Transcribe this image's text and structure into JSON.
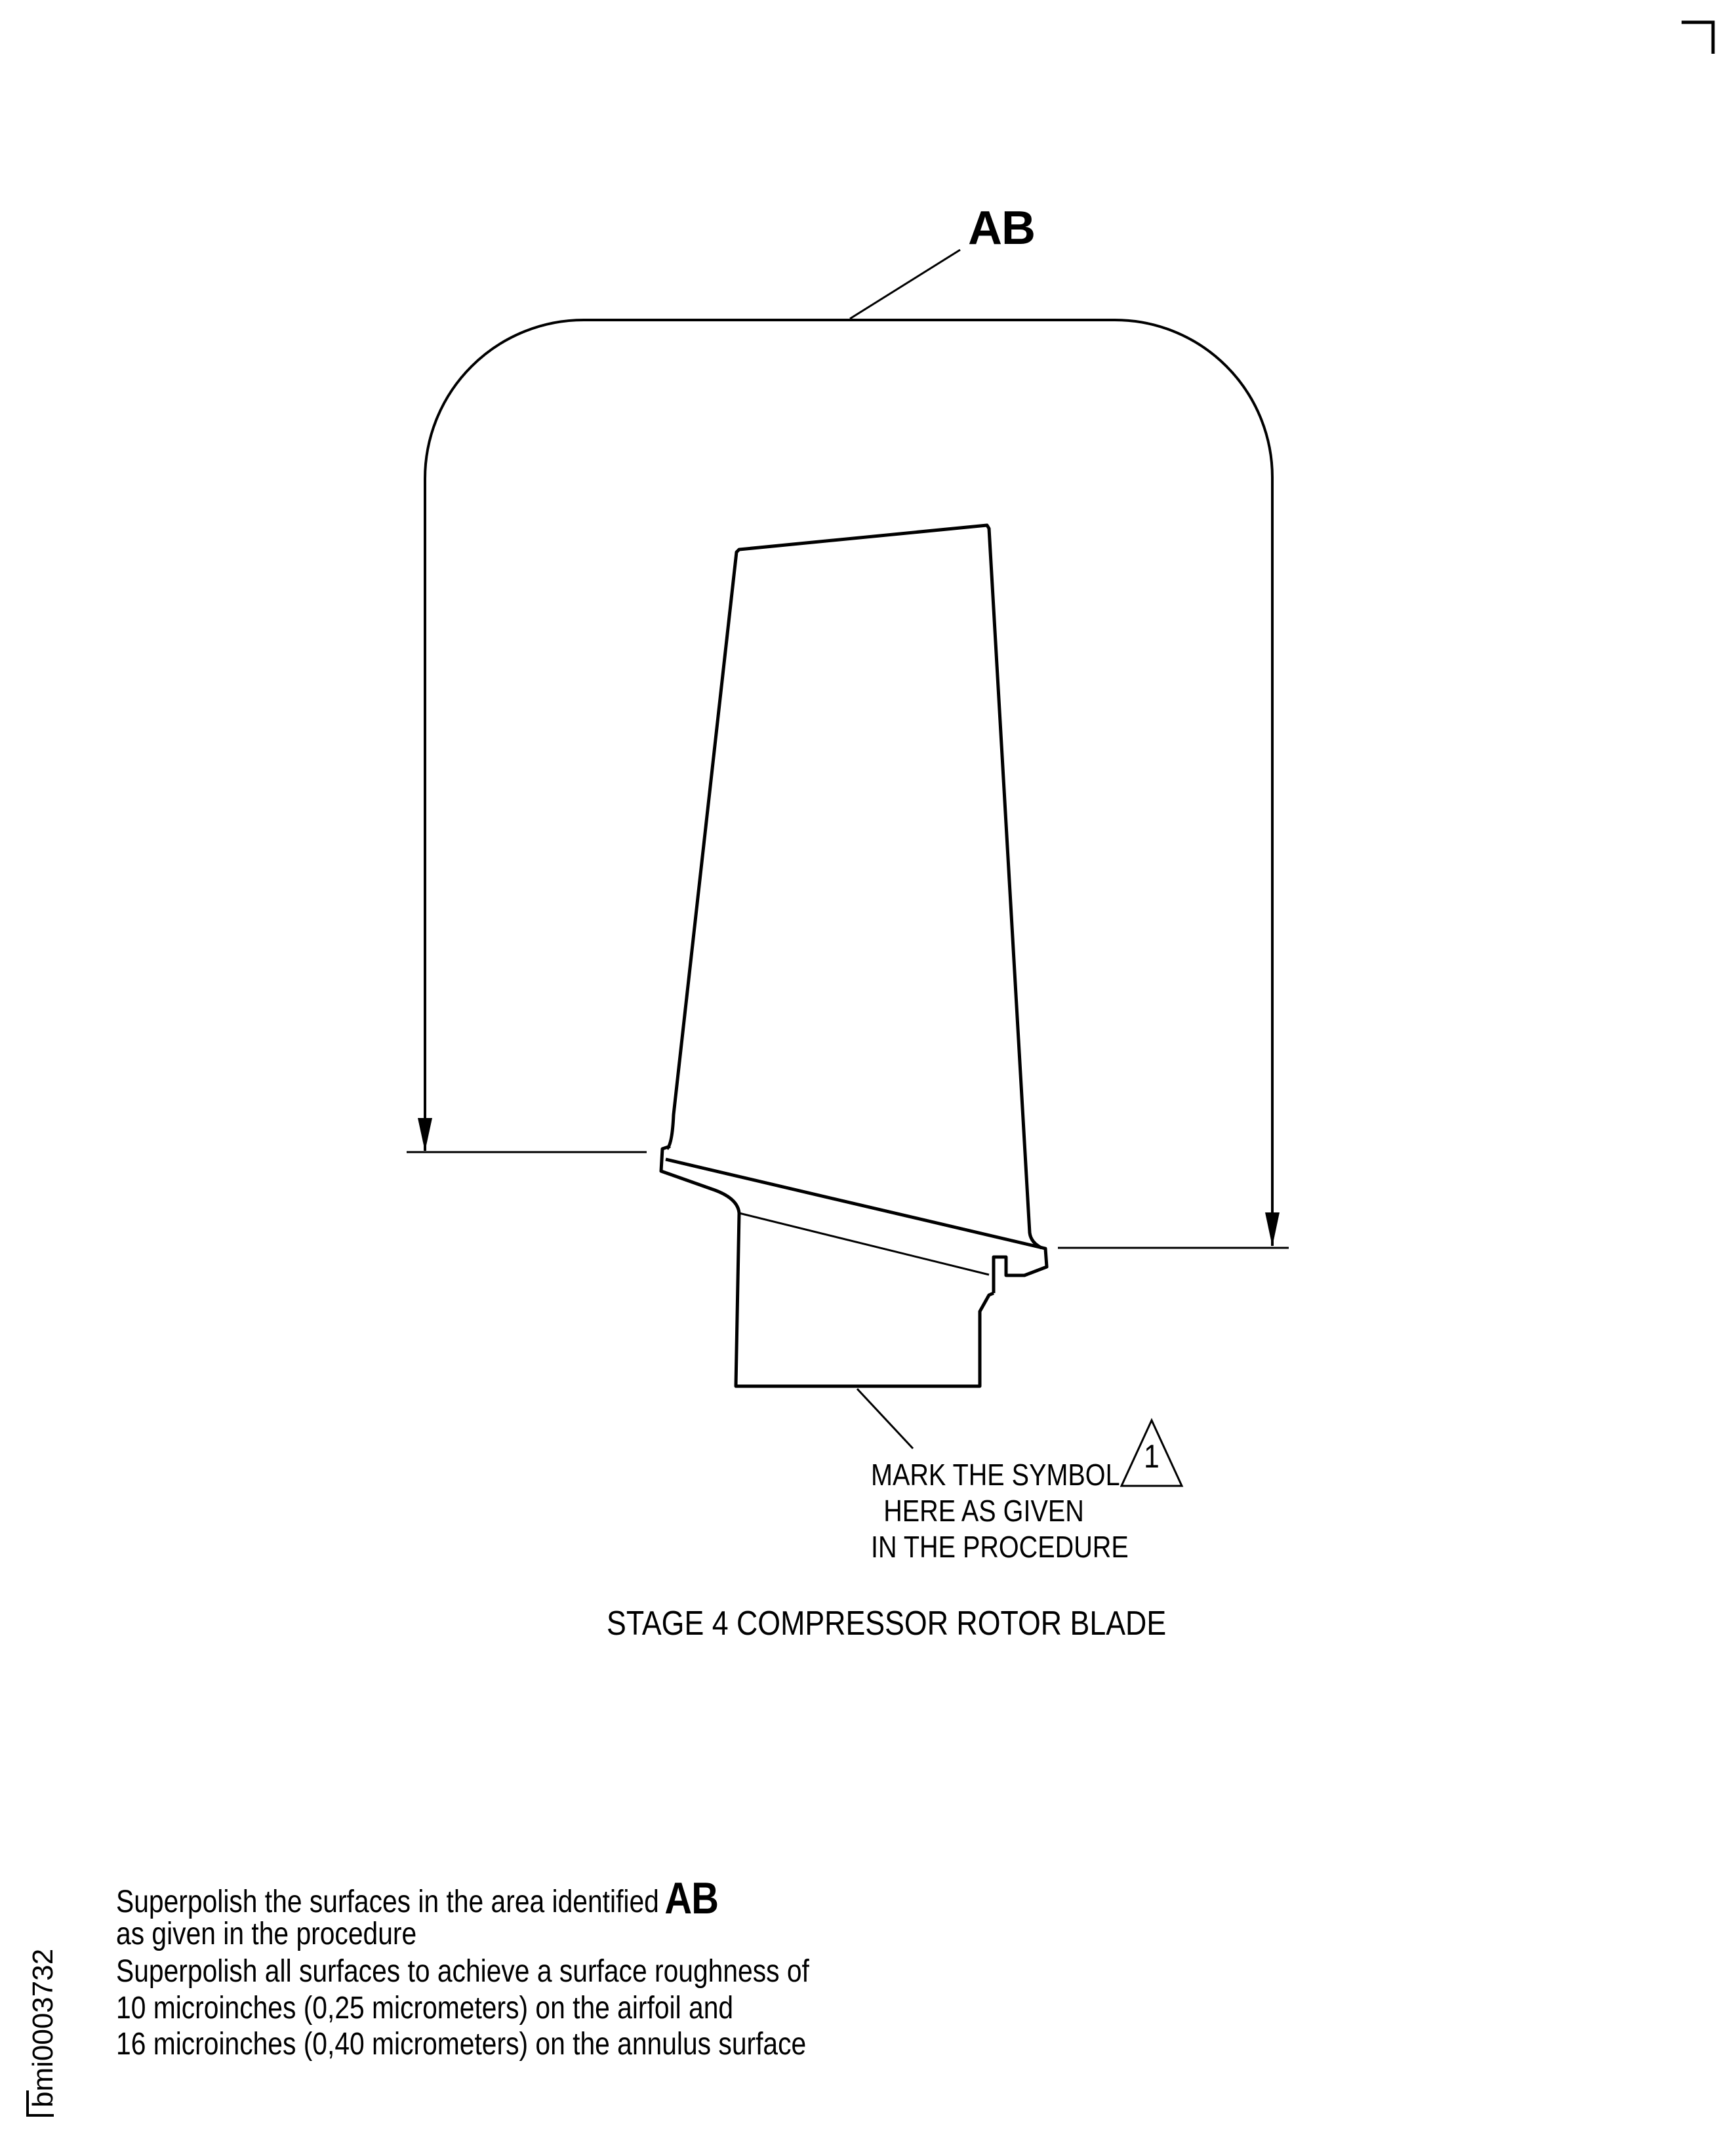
{
  "figure": {
    "reference_label": "AB",
    "callout": {
      "lines": [
        "MARK THE SYMBOL",
        "HERE AS GIVEN",
        "IN THE PROCEDURE"
      ],
      "symbol_number": "1",
      "symbol_shape": "triangle-flag-icon"
    },
    "title": "STAGE 4 COMPRESSOR ROTOR BLADE"
  },
  "notes": {
    "note1": {
      "line1": "Superpolish the surfaces in the area identified",
      "line1_label": "AB",
      "line2": "as given in the procedure"
    },
    "note2": {
      "line1": "Superpolish all surfaces to achieve a surface roughness of",
      "line2": "10 microinches (0,25 micrometers) on the airfoil and",
      "line3": "16 microinches (0,40 micrometers) on the annulus surface"
    }
  },
  "figure_id": "bmi0003732",
  "colors": {
    "ink": "#000000",
    "paper": "#ffffff"
  }
}
